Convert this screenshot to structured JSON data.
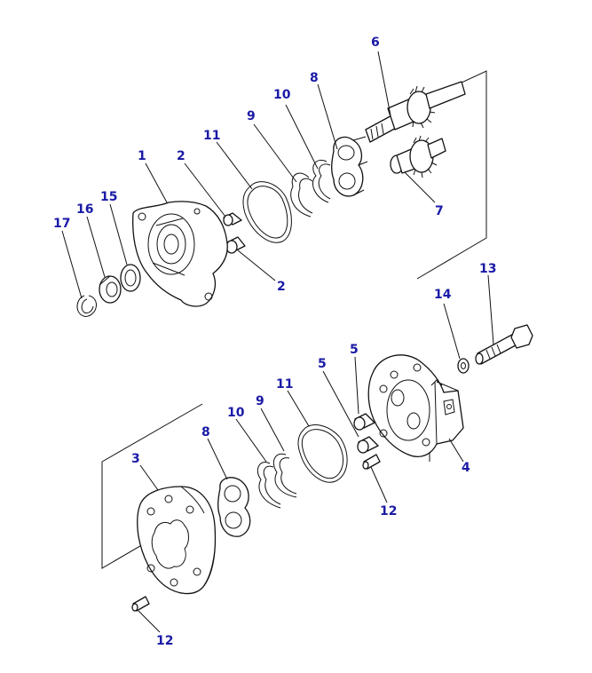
{
  "accent_color": "#1a1aa6",
  "line_color": "#111111",
  "callouts": [
    {
      "id": "c6",
      "text": "6"
    },
    {
      "id": "c8a",
      "text": "8"
    },
    {
      "id": "c10a",
      "text": "10"
    },
    {
      "id": "c9a",
      "text": "9"
    },
    {
      "id": "c11a",
      "text": "11"
    },
    {
      "id": "c1",
      "text": "1"
    },
    {
      "id": "c2a",
      "text": "2"
    },
    {
      "id": "c16",
      "text": "16"
    },
    {
      "id": "c15",
      "text": "15"
    },
    {
      "id": "c17",
      "text": "17"
    },
    {
      "id": "c7",
      "text": "7"
    },
    {
      "id": "c2b",
      "text": "2"
    },
    {
      "id": "c13",
      "text": "13"
    },
    {
      "id": "c14",
      "text": "14"
    },
    {
      "id": "c5a",
      "text": "5"
    },
    {
      "id": "c5b",
      "text": "5"
    },
    {
      "id": "c11b",
      "text": "11"
    },
    {
      "id": "c10b",
      "text": "10"
    },
    {
      "id": "c9b",
      "text": "9"
    },
    {
      "id": "c8b",
      "text": "8"
    },
    {
      "id": "c3",
      "text": "3"
    },
    {
      "id": "c4",
      "text": "4"
    },
    {
      "id": "c12a",
      "text": "12"
    },
    {
      "id": "c12b",
      "text": "12"
    }
  ]
}
